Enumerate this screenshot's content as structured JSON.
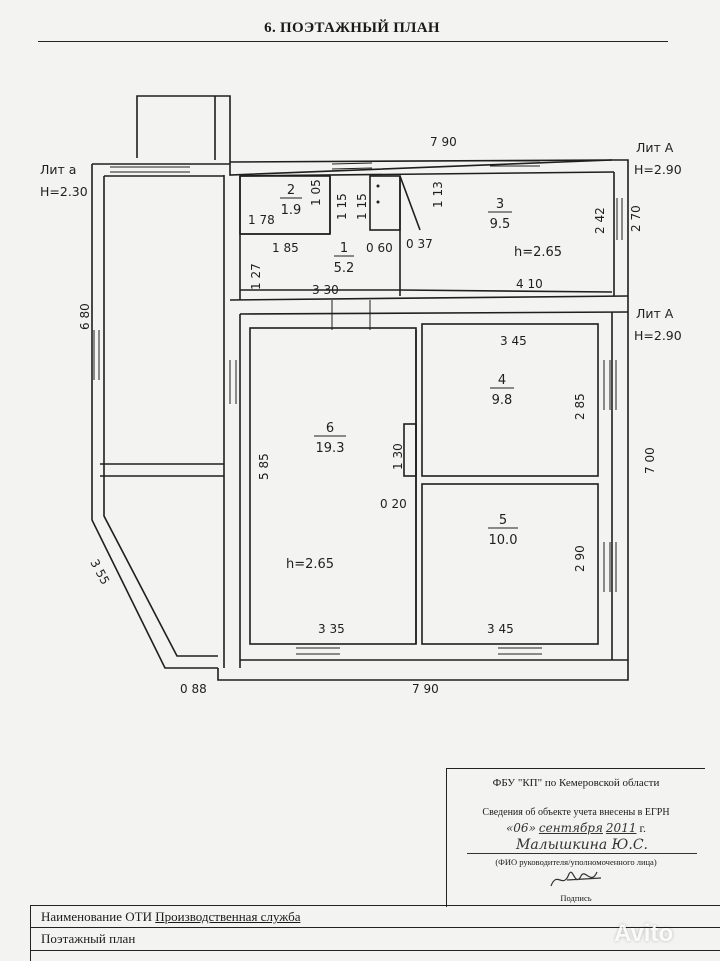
{
  "header": {
    "title": "6. ПОЭТАЖНЫЙ ПЛАН"
  },
  "lit_labels": {
    "lit_a_small": {
      "name": "Лит а",
      "height": "H=2.30"
    },
    "lit_A_top": {
      "name": "Лит А",
      "height": "H=2.90"
    },
    "lit_A_mid": {
      "name": "Лит А",
      "height": "H=2.90"
    }
  },
  "rooms": [
    {
      "num": "1",
      "area": "5.2"
    },
    {
      "num": "2",
      "area": "1.9"
    },
    {
      "num": "3",
      "area": "9.5"
    },
    {
      "num": "4",
      "area": "9.8"
    },
    {
      "num": "5",
      "area": "10.0"
    },
    {
      "num": "6",
      "area": "19.3"
    }
  ],
  "heights": {
    "h_room3": "h=2.65",
    "h_room6": "h=2.65"
  },
  "dimensions": {
    "top_790": "7 90",
    "bottom_790": "7 90",
    "d_330": "3 30",
    "d_410": "4 10",
    "d_345_top": "3 45",
    "d_335": "3 35",
    "d_345_bottom": "3 45",
    "d_680": "6 80",
    "d_585": "5 85",
    "d_700": "7 00",
    "d_285": "2 85",
    "d_290": "2 90",
    "d_270": "2 70",
    "d_242": "2 42",
    "d_178": "1 78",
    "d_105": "1 05",
    "d_115a": "1 15",
    "d_115b": "1 15",
    "d_113": "1 13",
    "d_185": "1 85",
    "d_127": "1 27",
    "d_060": "0 60",
    "d_037": "0 37",
    "d_130": "1 30",
    "d_020": "0 20",
    "d_355": "3 55",
    "d_088": "0 88"
  },
  "stamp": {
    "org": "ФБУ \"КП\" по Кемеровской области",
    "egrn": "Сведения об объекте учета внесены в ЕГРН",
    "date_day": "«06»",
    "date_month": "сентября",
    "date_year": "2011",
    "date_suffix": "г.",
    "name_hand": "Малышкина Ю.С.",
    "fio_caption": "(ФИО руководителя/уполномоченного лица)",
    "sign_caption": "Подпись"
  },
  "footer": {
    "oti_label": "Наименование ОТИ",
    "oti_value": "Производственная служба",
    "plan_label": "Поэтажный план"
  },
  "watermark": {
    "text": "Avito"
  },
  "colors": {
    "ink": "#1f1f1f",
    "paper": "#f3f3f1"
  }
}
